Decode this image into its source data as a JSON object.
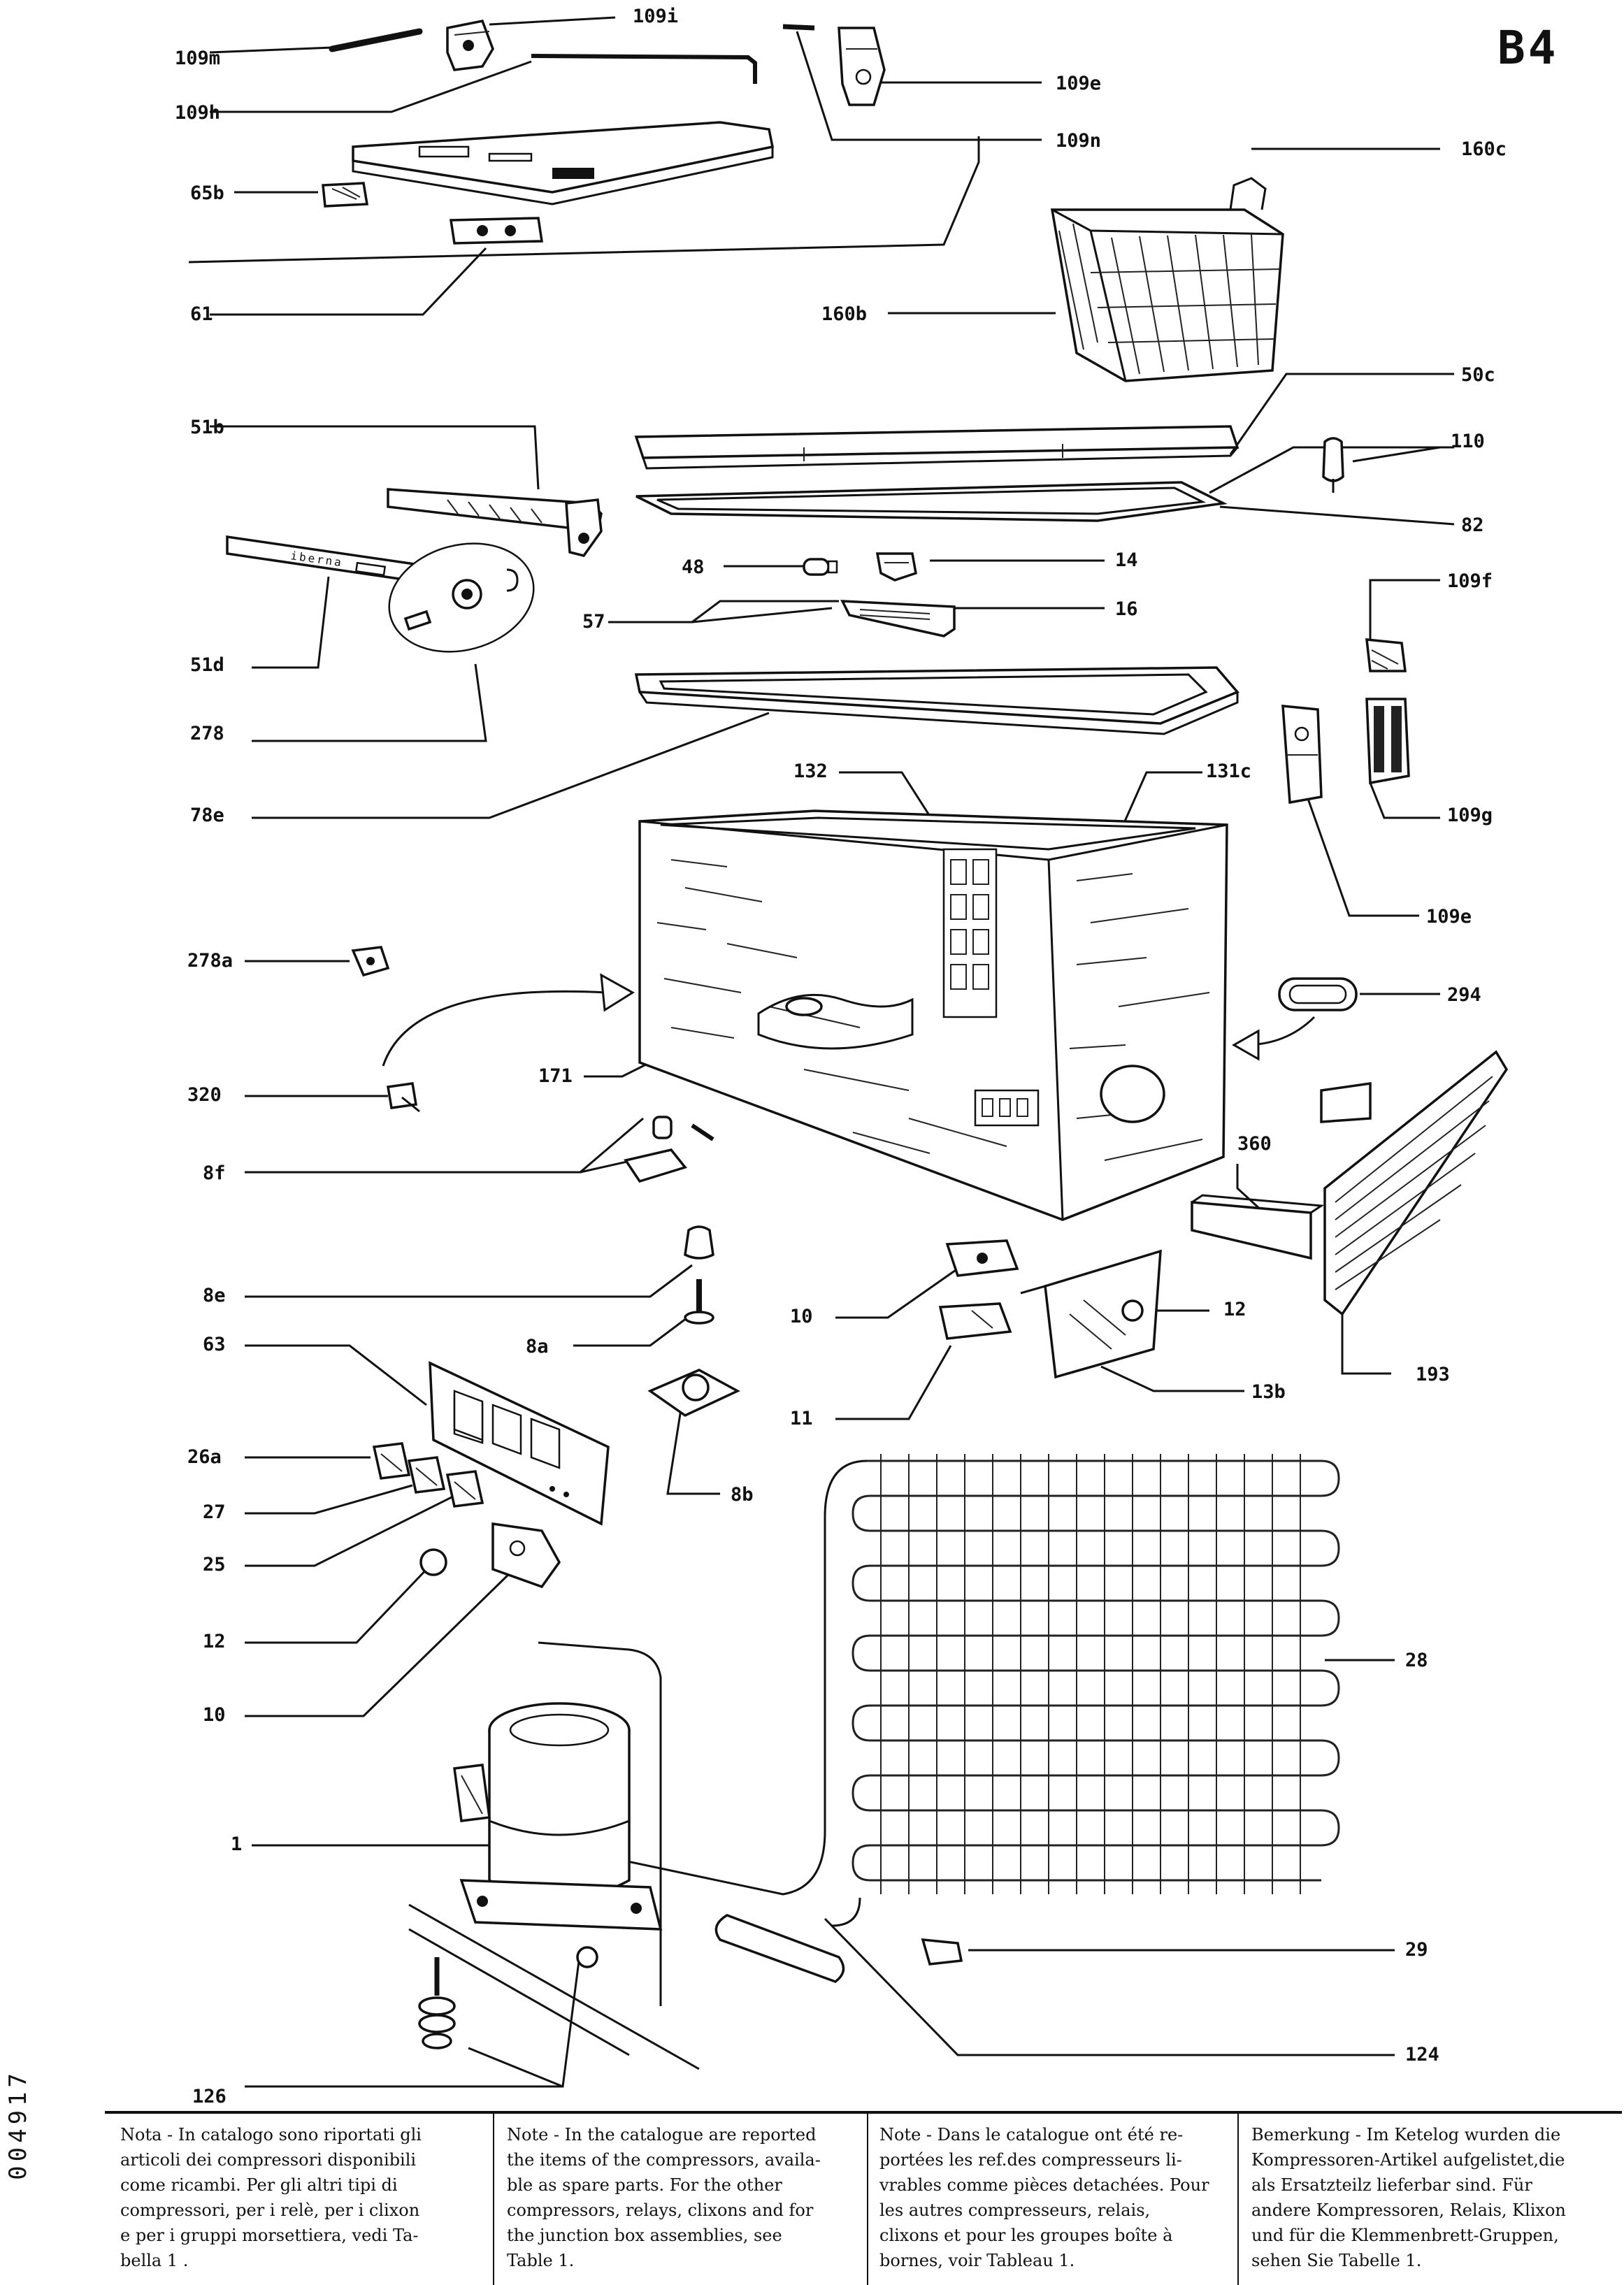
{
  "page_code": "B4",
  "doc_number": "004917",
  "brand_plate_text": "iberna",
  "labels": {
    "p109m": "109m",
    "p109i": "109i",
    "p109h": "109h",
    "p109e_top": "109e",
    "p109n": "109n",
    "p160c": "160c",
    "p160b": "160b",
    "p65b": "65b",
    "p61": "61",
    "p50c": "50c",
    "p51b": "51b",
    "p110": "110",
    "p82": "82",
    "p48": "48",
    "p14": "14",
    "p57": "57",
    "p16": "16",
    "p109f": "109f",
    "p51d": "51d",
    "p278": "278",
    "p78e": "78e",
    "p132": "132",
    "p131c": "131c",
    "p109g": "109g",
    "p109e_mid": "109e",
    "p278a": "278a",
    "p294": "294",
    "p171": "171",
    "p320": "320",
    "p360": "360",
    "p8f": "8f",
    "p8e": "8e",
    "p8a": "8a",
    "p10_a": "10",
    "p12_a": "12",
    "p63": "63",
    "p13b": "13b",
    "p193": "193",
    "p11": "11",
    "p26a": "26a",
    "p8b": "8b",
    "p27": "27",
    "p25": "25",
    "p12_b": "12",
    "p28": "28",
    "p10_b": "10",
    "p1": "1",
    "p29": "29",
    "p124": "124",
    "p126": "126"
  },
  "notes": {
    "it": [
      "Nota - In catalogo sono riportati gli",
      "articoli dei compressori disponibili",
      "come ricambi. Per gli altri tipi di",
      "compressori, per i relè, per i clixon",
      "e per i gruppi morsettiera, vedi Ta-",
      "bella 1 ."
    ],
    "en": [
      "Note - In the catalogue are reported",
      "the items of the compressors, availa-",
      "ble as spare parts. For the other",
      "compressors, relays, clixons and for",
      "the junction box assemblies, see",
      "Table 1."
    ],
    "fr": [
      "Note - Dans le catalogue ont été re-",
      "portées les ref.des compresseurs li-",
      "vrables comme pièces detachées. Pour",
      "les autres compresseurs, relais,",
      "clixons et pour les groupes boîte à",
      "bornes, voir Tableau 1."
    ],
    "de": [
      "Bemerkung - Im Ketelog wurden die",
      "Kompressoren-Artikel aufgelistet,die",
      "als Ersatzteilz lieferbar sind. Für",
      "andere Kompressoren, Relais, Klixon",
      "und für die Klemmenbrett-Gruppen,",
      "sehen Sie Tabelle 1."
    ]
  }
}
